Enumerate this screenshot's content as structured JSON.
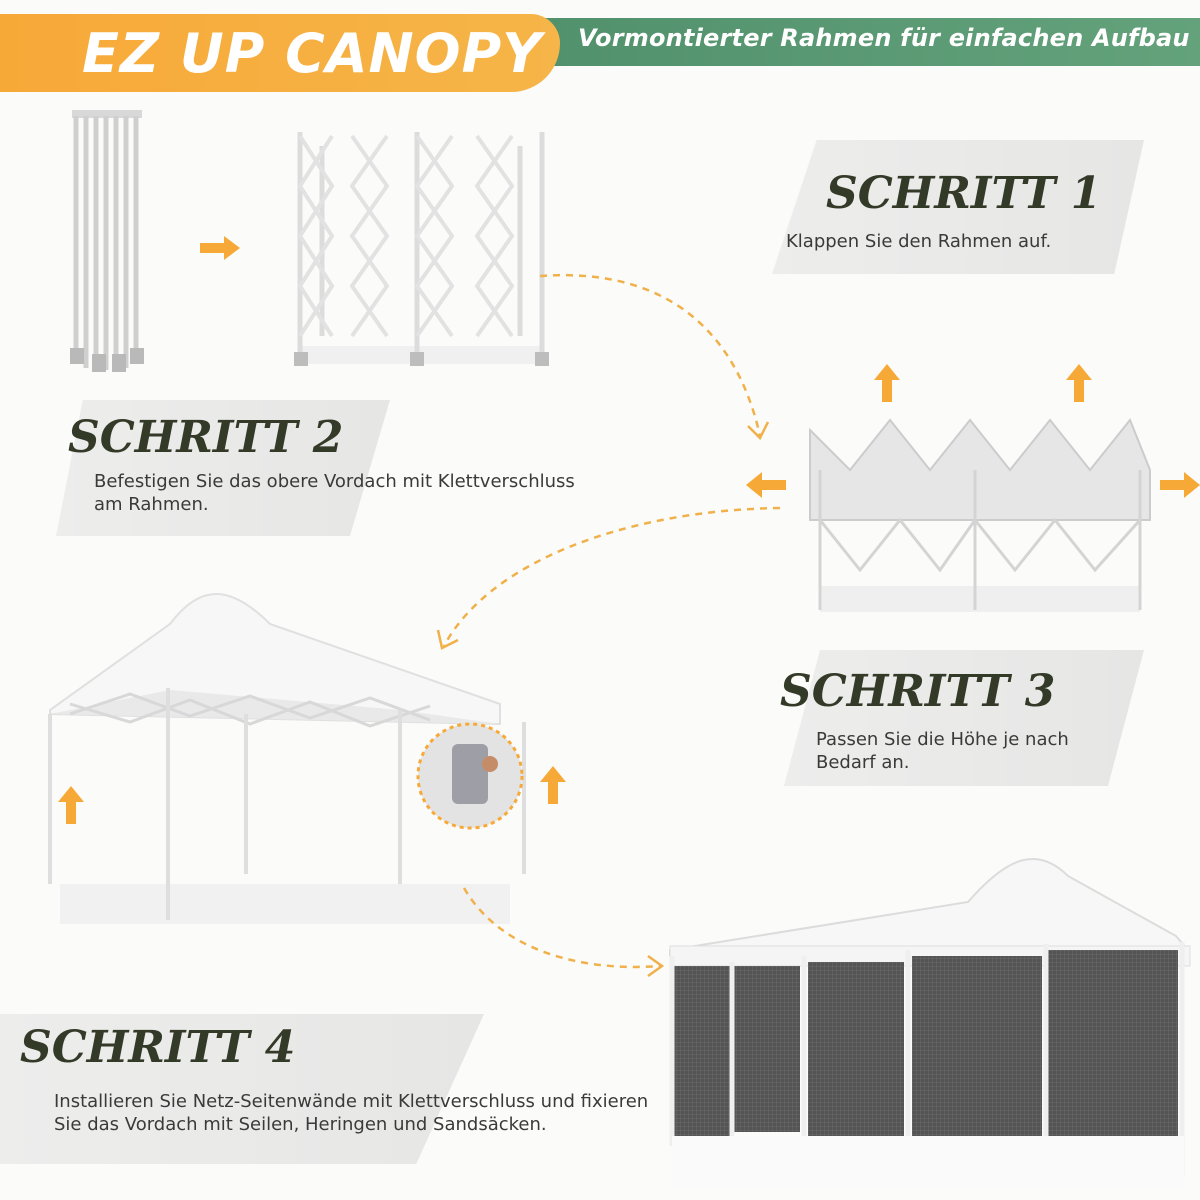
{
  "header": {
    "title": "EZ UP CANOPY",
    "subtitle": "Vormontierter Rahmen für einfachen Aufbau"
  },
  "steps": [
    {
      "title": "SCHRITT 1",
      "lines": [
        "Klappen Sie den Rahmen auf."
      ]
    },
    {
      "title": "SCHRITT 2",
      "lines": [
        "Befestigen Sie das obere Vordach mit Klettverschluss",
        "am Rahmen."
      ]
    },
    {
      "title": "SCHRITT 3",
      "lines": [
        "Passen Sie die Höhe je nach",
        "Bedarf an."
      ]
    },
    {
      "title": "SCHRITT 4",
      "lines": [
        "Installieren Sie Netz-Seitenwände mit Klettverschluss und fixieren",
        "Sie das Vordach mit Seilen, Heringen und Sandsäcken."
      ]
    }
  ],
  "colors": {
    "accent_orange": "#f7a938",
    "accent_green": "#5a9a73",
    "title_dark": "#343a28"
  }
}
